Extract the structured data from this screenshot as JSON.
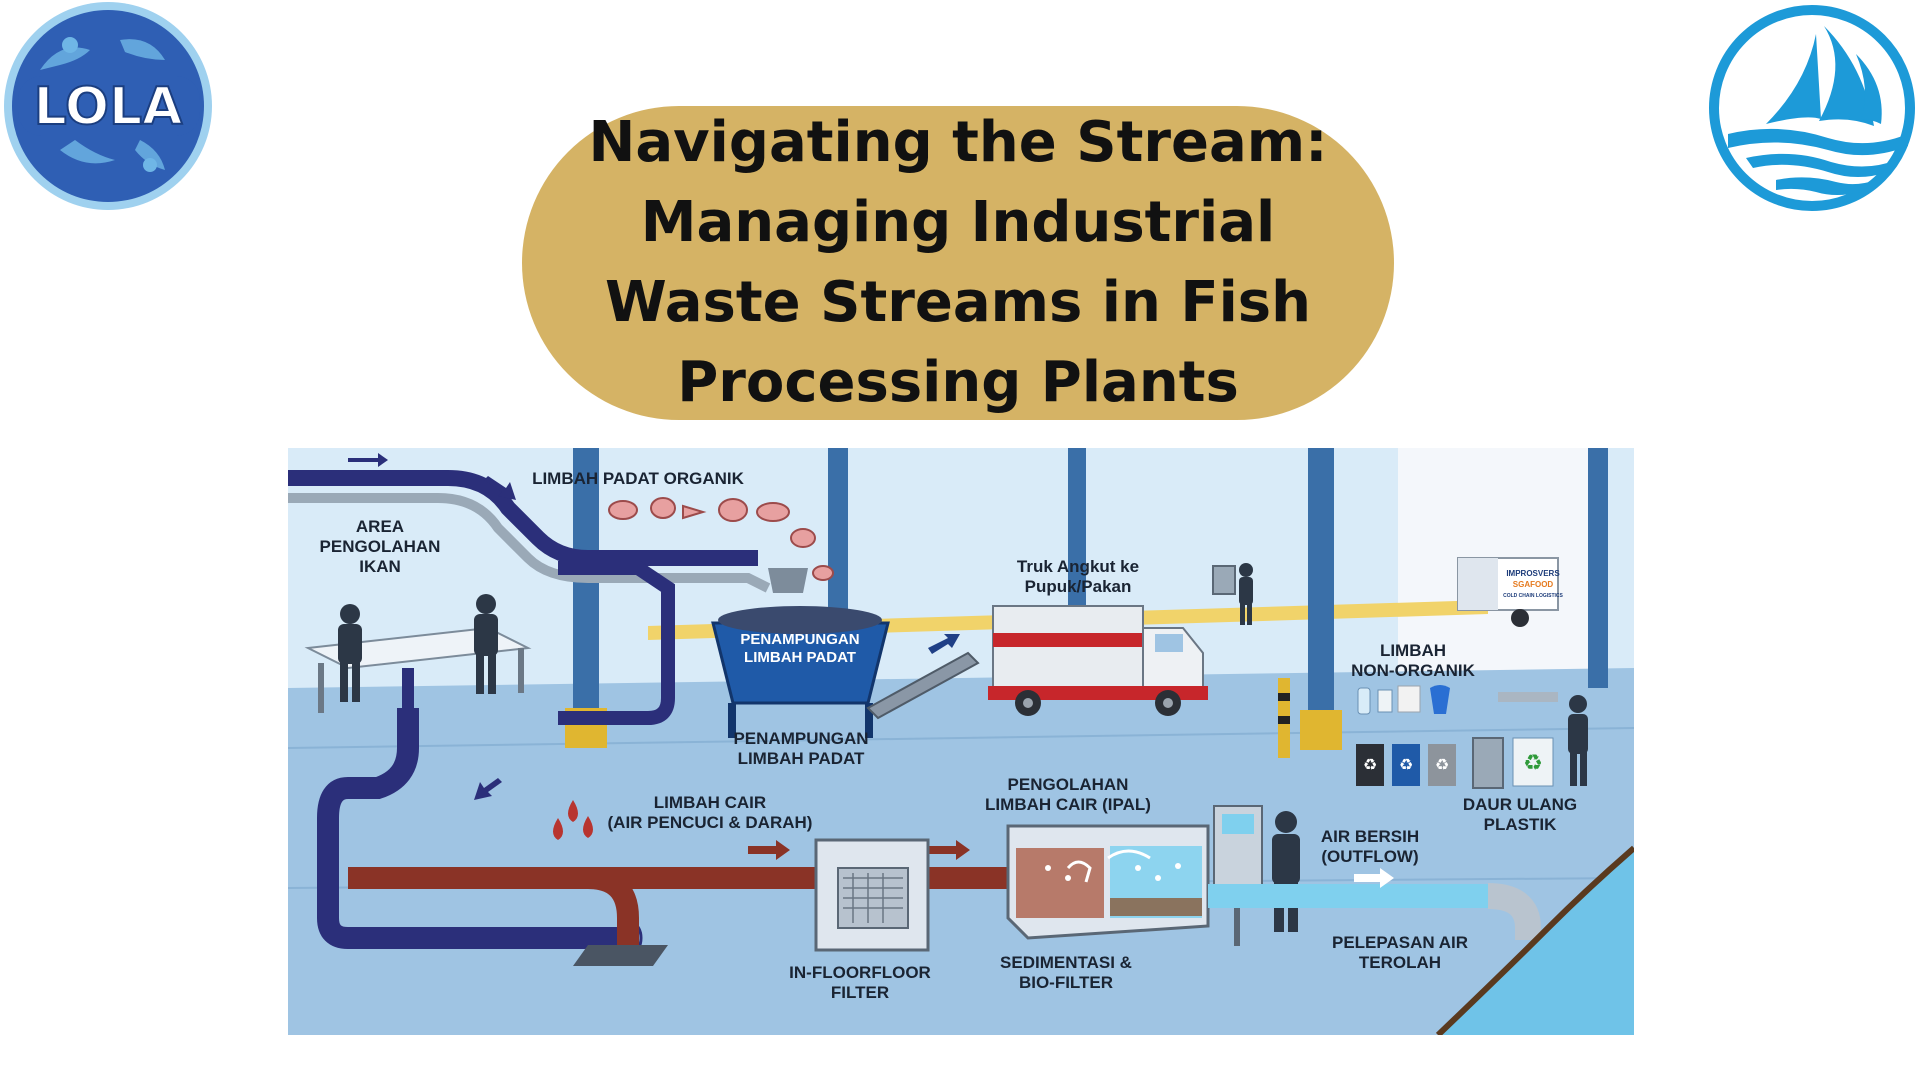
{
  "title": "Navigating the Stream: Managing Industrial Waste Streams in Fish Processing Plants",
  "logos": {
    "left": {
      "text": "LOLA",
      "bg_color": "#2f5fb4",
      "ring_color": "#9fd1ef"
    },
    "right": {
      "icon": "sailboat-wave-icon",
      "color": "#1d9ad8"
    }
  },
  "colors": {
    "title_bg": "#d5b365",
    "pipe_dark": "#2b2f7a",
    "pipe_waste": "#8a3326",
    "pipe_clean": "#7fd0ee",
    "floor": "#9fc4e3",
    "wall": "#cfe3f3",
    "column": "#3a6fa8",
    "container": "#1f5aa8"
  },
  "diagram": {
    "labels": {
      "area": [
        "AREA",
        "PENGOLAHAN",
        "IKAN"
      ],
      "solid_organic": "LIMBAH PADAT ORGANIK",
      "bin": [
        "PENAMPUNGAN",
        "LIMBAH PADAT"
      ],
      "bin_below": [
        "PENAMPUNGAN",
        "LIMBAH PADAT"
      ],
      "truck": [
        "Truk Angkut ke",
        "Pupuk/Pakan"
      ],
      "nonorganic": [
        "LIMBAH",
        "NON-ORGANIK"
      ],
      "recycle": [
        "DAUR ULANG",
        "PLASTIK"
      ],
      "liquid": [
        "LIMBAH CAIR",
        "(AIR PENCUCI & DARAH)"
      ],
      "ipal": [
        "PENGOLAHAN",
        "LIMBAH CAIR (IPAL)"
      ],
      "clean": [
        "AIR BERSIH",
        "(OUTFLOW)"
      ],
      "filter": [
        "IN-FLOORFLOOR",
        "FILTER"
      ],
      "sediment": [
        "SEDIMENTASI &",
        "BIO-FILTER"
      ],
      "release": [
        "PELEPASAN AIR",
        "TEROLAH"
      ]
    },
    "truck_brand": [
      "IMPROSVERS",
      "SGAFOOD",
      "COLD CHAIN LOGISTICS"
    ]
  }
}
